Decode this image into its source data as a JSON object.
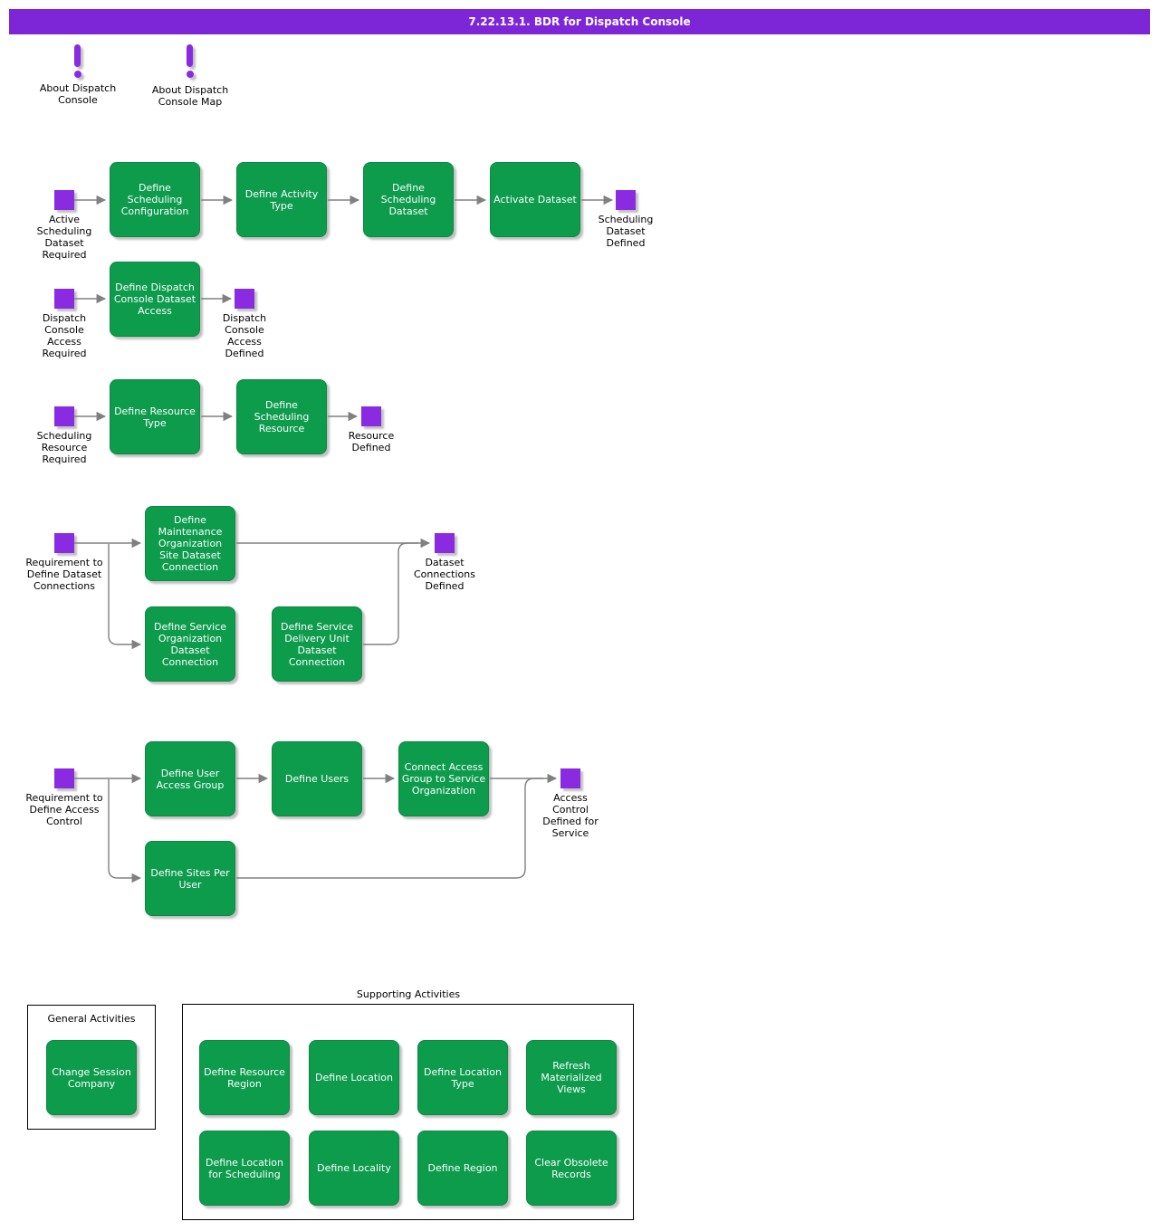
{
  "header": {
    "title": "7.22.13.1. BDR for Dispatch Console"
  },
  "colors": {
    "header_purple": "#7d26d8",
    "event_purple": "#8a2be2",
    "activity_green": "#0d9b4c",
    "connector_gray": "#808080",
    "activity_text": "#ffffff",
    "label_text": "#000000"
  },
  "about": {
    "items": [
      {
        "icon": "exclamation-icon",
        "label": "About Dispatch Console"
      },
      {
        "icon": "exclamation-icon",
        "label": "About Dispatch Console Map"
      }
    ]
  },
  "events": [
    {
      "label": "Active Scheduling Dataset Required"
    },
    {
      "label": "Scheduling Dataset Defined"
    },
    {
      "label": "Dispatch Console Access Required"
    },
    {
      "label": "Dispatch Console Access Defined"
    },
    {
      "label": "Scheduling Resource Required"
    },
    {
      "label": "Resource Defined"
    },
    {
      "label": "Requirement to Define Dataset Connections"
    },
    {
      "label": "Dataset Connections Defined"
    },
    {
      "label": "Requirement to Define Access Control"
    },
    {
      "label": "Access Control Defined for Service"
    }
  ],
  "activities": [
    {
      "label": "Define Scheduling Configuration"
    },
    {
      "label": "Define Activity Type"
    },
    {
      "label": "Define Scheduling Dataset"
    },
    {
      "label": "Activate Dataset"
    },
    {
      "label": "Define Dispatch Console Dataset Access"
    },
    {
      "label": "Define Resource Type"
    },
    {
      "label": "Define Scheduling Resource"
    },
    {
      "label": "Define Maintenance Organization Site Dataset Connection"
    },
    {
      "label": "Define Service Organization Dataset Connection"
    },
    {
      "label": "Define Service Delivery Unit Dataset Connection"
    },
    {
      "label": "Define User Access Group"
    },
    {
      "label": "Define Users"
    },
    {
      "label": "Connect Access Group to Service Organization"
    },
    {
      "label": "Define Sites Per User"
    }
  ],
  "groups": {
    "general": {
      "title": "General Activities",
      "items": [
        {
          "label": "Change Session Company"
        }
      ]
    },
    "supporting": {
      "title": "Supporting Activities",
      "items": [
        {
          "label": "Define Resource Region"
        },
        {
          "label": "Define Location"
        },
        {
          "label": "Define Location Type"
        },
        {
          "label": "Refresh Materialized Views"
        },
        {
          "label": "Define Location for Scheduling"
        },
        {
          "label": "Define Locality"
        },
        {
          "label": "Define Region"
        },
        {
          "label": "Clear Obsolete Records"
        }
      ]
    }
  }
}
